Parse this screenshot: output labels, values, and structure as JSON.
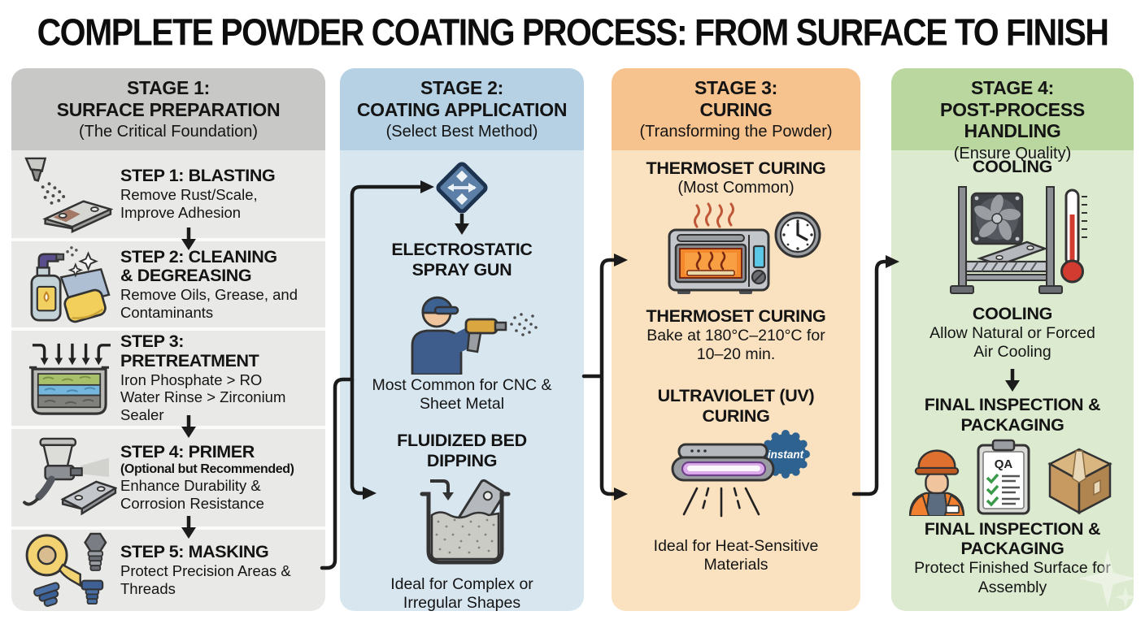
{
  "title": "COMPLETE POWDER COATING PROCESS: FROM SURFACE TO FINISH",
  "colors": {
    "stage1_header": "#c8c8c6",
    "stage1_body": "#e9e9e7",
    "stage2_header": "#b5d1e3",
    "stage2_body": "#d8e6f0",
    "stage3_header": "#f6c28d",
    "stage3_body": "#fae2c1",
    "stage4_header": "#b9d79e",
    "stage4_body": "#dcead0",
    "connector_line": "#1b1b1b"
  },
  "stages": [
    {
      "header_line1": "STAGE 1:",
      "header_line2": "SURFACE PREPARATION",
      "subtitle": "(The Critical Foundation)",
      "steps": [
        {
          "title": "STEP 1: BLASTING",
          "desc": "Remove Rust/Scale, Improve Adhesion",
          "icon": "blasting-icon"
        },
        {
          "title": "STEP 2: CLEANING & DEGREASING",
          "desc": "Remove Oils, Grease, and Contaminants",
          "icon": "spray-bottle-sponge-icon"
        },
        {
          "title": "STEP 3: PRETREATMENT",
          "desc": "Iron Phosphate > RO Water Rinse > Zirconium Sealer",
          "icon": "pretreatment-tank-icon"
        },
        {
          "title": "STEP 4: PRIMER",
          "note": "(Optional but Recommended)",
          "desc": "Enhance Durability & Corrosion Resistance",
          "icon": "primer-spray-gun-icon"
        },
        {
          "title": "STEP 5: MASKING",
          "desc": "Protect Precision Areas & Threads",
          "icon": "masking-tape-plugs-icon"
        }
      ]
    },
    {
      "header_line1": "STAGE 2:",
      "header_line2": "COATING APPLICATION",
      "subtitle": "(Select Best Method)",
      "methods": [
        {
          "name": "ELECTROSTATIC SPRAY GUN",
          "desc": "Most Common for CNC & Sheet Metal",
          "icon": "spray-operator-icon"
        },
        {
          "name": "FLUIDIZED BED DIPPING",
          "desc": "Ideal for Complex or Irregular Shapes",
          "icon": "dipping-tank-icon"
        }
      ]
    },
    {
      "header_line1": "STAGE 3:",
      "header_line2": "CURING",
      "subtitle": "(Transforming the Powder)",
      "methods": [
        {
          "name": "THERMOSET CURING",
          "note": "(Most Common)",
          "label": "THERMOSET CURING",
          "desc": "Bake at 180°C–210°C for 10–20 min.",
          "icon": "curing-oven-icon"
        },
        {
          "name": "ULTRAVIOLET (UV) CURING",
          "badge": "instant",
          "desc": "Ideal for Heat-Sensitive Materials",
          "icon": "uv-lamp-icon"
        }
      ]
    },
    {
      "header_line1": "STAGE 4:",
      "header_line2": "POST-PROCESS HANDLING",
      "subtitle": "(Ensure Quality)",
      "steps": [
        {
          "name": "COOLING",
          "label": "COOLING",
          "desc": "Allow Natural or Forced Air Cooling",
          "icon": "cooling-rack-icon"
        },
        {
          "name": "FINAL INSPECTION & PACKAGING",
          "label": "FINAL INSPECTION & PACKAGING",
          "desc": "Protect Finished Surface for Assembly",
          "qa_label": "QA"
        }
      ]
    }
  ]
}
